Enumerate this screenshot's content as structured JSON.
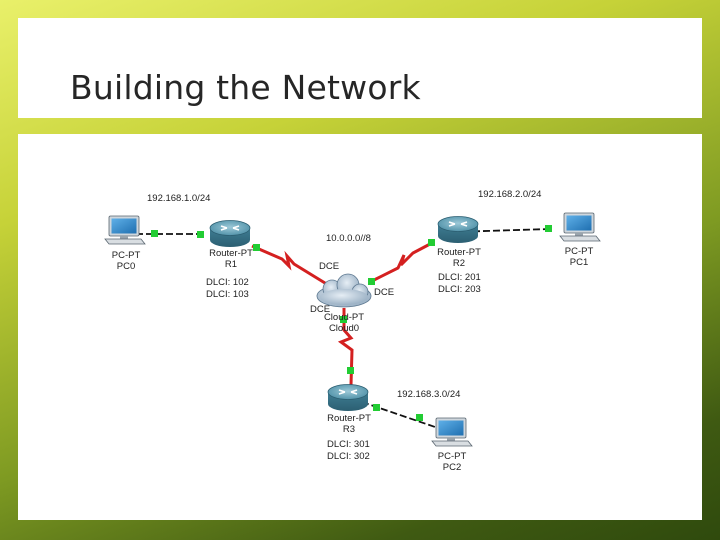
{
  "slide": {
    "title": "Building the Network"
  },
  "network_labels": {
    "lan0": "192.168.1.0/24",
    "lan1": "192.168.2.0/24",
    "lan2": "192.168.3.0/24",
    "wan": "10.0.0.0//8",
    "dce": "DCE"
  },
  "devices": {
    "pc0": {
      "model": "PC-PT",
      "name": "PC0"
    },
    "pc1": {
      "model": "PC-PT",
      "name": "PC1"
    },
    "pc2": {
      "model": "PC-PT",
      "name": "PC2"
    },
    "r1": {
      "model": "Router-PT",
      "name": "R1",
      "dlci": [
        "DLCI: 102",
        "DLCI: 103"
      ]
    },
    "r2": {
      "model": "Router-PT",
      "name": "R2",
      "dlci": [
        "DLCI: 201",
        "DLCI: 203"
      ]
    },
    "r3": {
      "model": "Router-PT",
      "name": "R3",
      "dlci": [
        "DLCI: 301",
        "DLCI: 302"
      ]
    },
    "cloud0": {
      "model": "Cloud-PT",
      "name": "Cloud0"
    }
  },
  "colors": {
    "serial_link": "#d42020",
    "ethernet_link": "#111111",
    "link_up": "#22cc33",
    "router": "#4d8fa6",
    "pc": "#2a7fc0"
  }
}
